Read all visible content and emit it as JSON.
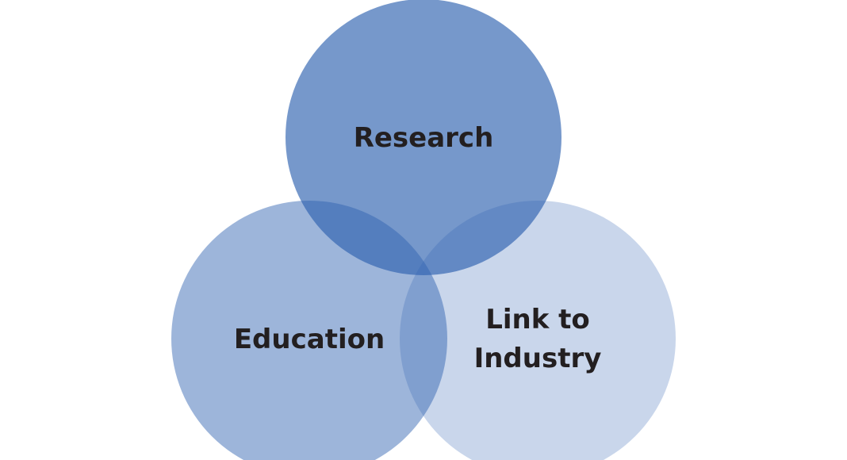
{
  "diagram": {
    "type": "venn",
    "base_color": "#2f62b0",
    "circles": [
      {
        "label_lines": [
          "Research"
        ],
        "opacity": 0.66
      },
      {
        "label_lines": [
          "Education"
        ],
        "opacity": 0.47
      },
      {
        "label_lines": [
          "Link to",
          "Industry"
        ],
        "opacity": 0.26
      }
    ]
  }
}
